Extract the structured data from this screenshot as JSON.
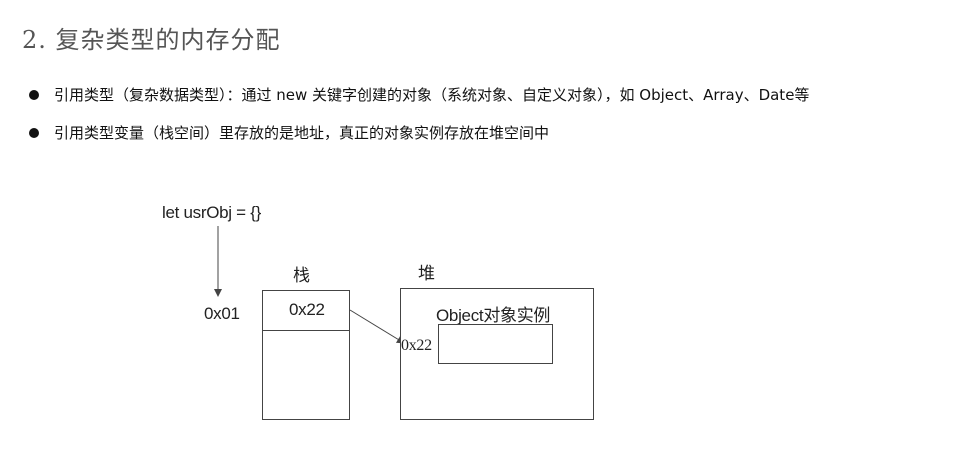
{
  "heading": "2. 复杂类型的内存分配",
  "bullets": [
    "引用类型（复杂数据类型）：通过 new 关键字创建的对象（系统对象、自定义对象），如 Object、Array、Date等",
    "引用类型变量（栈空间）里存放的是地址，真正的对象实例存放在堆空间中"
  ],
  "diagram": {
    "declaration": "let usrObj = {}",
    "stack_label": "栈",
    "heap_label": "堆",
    "stack_address": "0x01",
    "stack_value": "0x22",
    "heap_object_label": "Object对象实例",
    "heap_address": "0x22"
  },
  "colors": {
    "line": "#444444",
    "text": "#222222",
    "heading": "#555555"
  }
}
